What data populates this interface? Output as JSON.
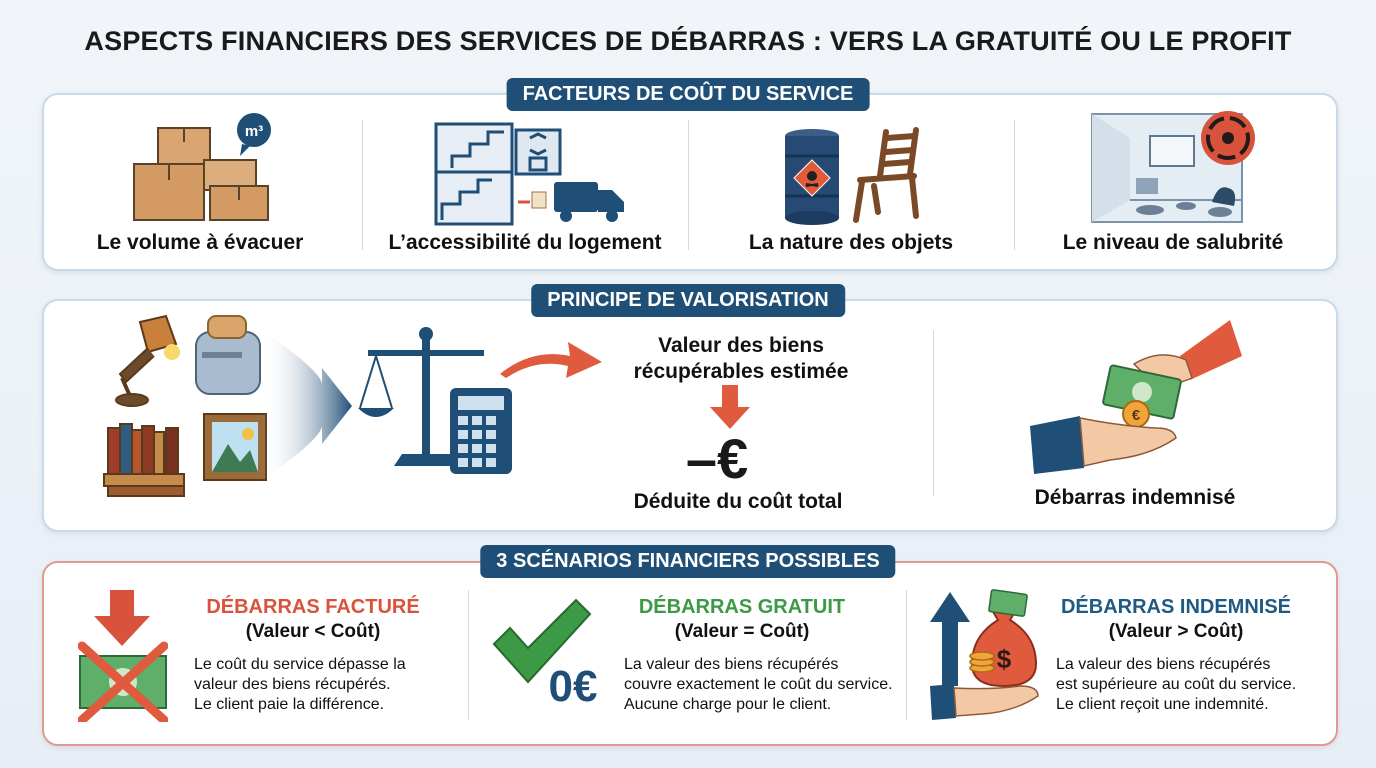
{
  "title": "ASPECTS FINANCIERS DES SERVICES DE DÉBARRAS : VERS LA GRATUITÉ OU LE PROFIT",
  "colors": {
    "navy": "#1f4e76",
    "red": "#d9533c",
    "green": "#3c9a46",
    "blue_title": "#1f5a84"
  },
  "cost_factors": {
    "header": "FACTEURS DE COÛT DU SERVICE",
    "items": [
      {
        "label": "Le volume à évacuer",
        "icon": "boxes-icon",
        "badge": "m³"
      },
      {
        "label": "L’accessibilité du logement",
        "icon": "building-stairs-icon"
      },
      {
        "label": "La nature des objets",
        "icon": "barrel-chair-icon"
      },
      {
        "label": "Le niveau de salubrité",
        "icon": "biohazard-room-icon"
      }
    ]
  },
  "valuation": {
    "header": "PRINCIPE DE VALORISATION",
    "estimated_value": "Valeur des biens\nrécupérables estimée",
    "minus_euro": "–€",
    "deducted": "Déduite du coût total",
    "compensated": "Débarras indemnisé"
  },
  "scenarios": {
    "header": "3 SCÉNARIOS FINANCIERS POSSIBLES",
    "items": [
      {
        "title": "DÉBARRAS FACTURÉ",
        "subtitle": "(Valeur < Coût)",
        "desc": "Le coût du service dépasse la\nvaleur des biens récupérés.\nLe client paie la différence.",
        "color": "#d9533c"
      },
      {
        "title": "DÉBARRAS GRATUIT",
        "subtitle": "(Valeur = Coût)",
        "desc": "La valeur des biens récupérés\ncouvre exactement le coût du service.\nAucune charge pour le client.",
        "badge": "0€",
        "color": "#3c9a46"
      },
      {
        "title": "DÉBARRAS INDEMNISÉ",
        "subtitle": "(Valeur > Coût)",
        "desc": "La valeur des biens récupérés\nest supérieure au coût du service.\nLe client reçoit une indemnité.",
        "color": "#1f5a84"
      }
    ]
  }
}
